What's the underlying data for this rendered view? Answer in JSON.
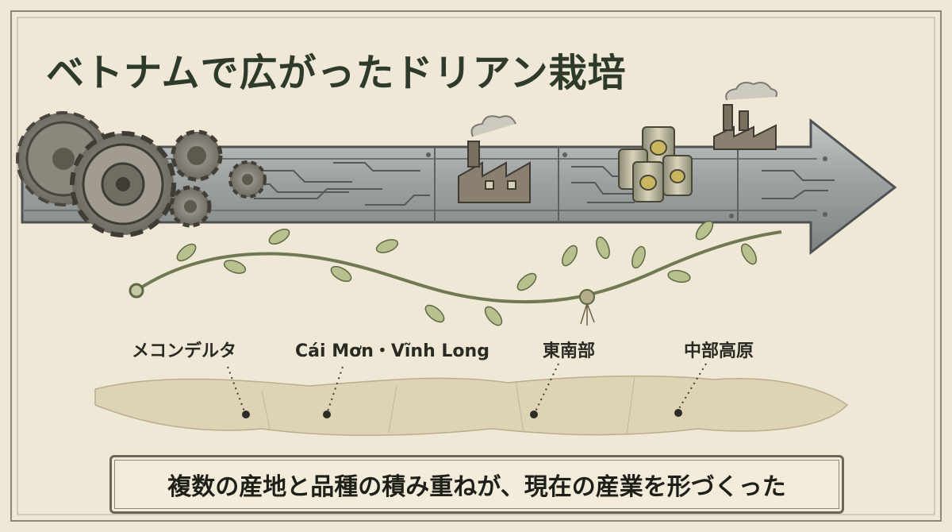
{
  "title": "ベトナムで広がったドリアン栽培",
  "regions": [
    {
      "label": "メコンデルタ"
    },
    {
      "label": "Cái Mơn・Vĩnh Long"
    },
    {
      "label": "東南部"
    },
    {
      "label": "中部高原"
    }
  ],
  "caption": "複数の産地と品種の積み重ねが、現在の産業を形づくった",
  "colors": {
    "background": "#efe8d6",
    "arrow_metal": "#9aa0a0",
    "vine": "#8f9b6e",
    "leaf": "#b7bf8f",
    "map_patch": "#ddd1b4",
    "ink": "#2a2a22"
  },
  "icons": [
    "gears-icon",
    "factory-icon",
    "cans-icon",
    "vine-icon",
    "map-icon"
  ]
}
